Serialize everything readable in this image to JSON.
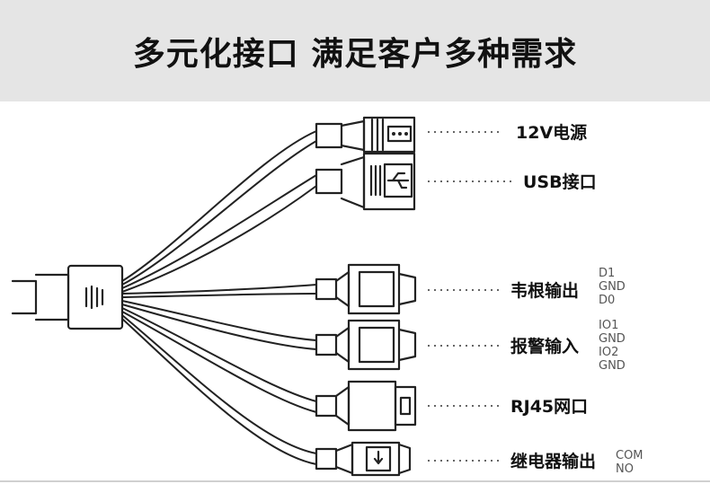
{
  "header": {
    "title": "多元化接口 满足客户多种需求"
  },
  "connectors": [
    {
      "label": "12V电源",
      "pins": []
    },
    {
      "label": "USB接口",
      "pins": []
    },
    {
      "label": "韦根输出",
      "pins": [
        "D1",
        "GND",
        "D0"
      ]
    },
    {
      "label": "报警输入",
      "pins": [
        "IO1",
        "GND",
        "IO2",
        "GND"
      ]
    },
    {
      "label": "RJ45网口",
      "pins": []
    },
    {
      "label": "继电器输出",
      "pins": [
        "COM",
        "NO"
      ]
    }
  ]
}
